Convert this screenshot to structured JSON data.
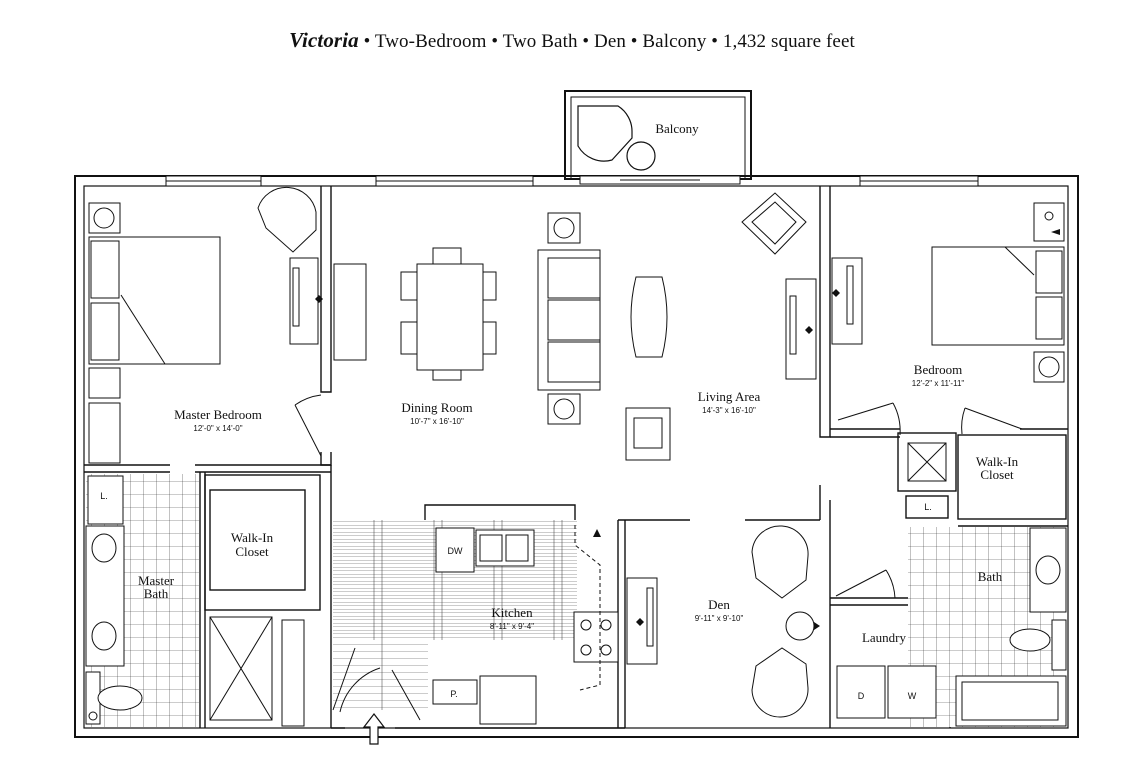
{
  "header": {
    "name": "Victoria",
    "details": " • Two-Bedroom • Two Bath • Den • Balcony • 1,432 square feet"
  },
  "rooms": {
    "balcony": {
      "label": "Balcony"
    },
    "master_bedroom": {
      "label": "Master Bedroom",
      "dims": "12'-0\"  x  14'-0\""
    },
    "dining_room": {
      "label": "Dining Room",
      "dims": "10'-7\"  x  16'-10\""
    },
    "living_area": {
      "label": "Living Area",
      "dims": "14'-3\"  x  16'-10\""
    },
    "bedroom": {
      "label": "Bedroom",
      "dims": "12'-2\"  x  11'-11\""
    },
    "walkin_closet_right": {
      "label_line1": "Walk-In",
      "label_line2": "Closet"
    },
    "walkin_closet_left": {
      "label_line1": "Walk-In",
      "label_line2": "Closet"
    },
    "master_bath": {
      "label_line1": "Master",
      "label_line2": "Bath"
    },
    "kitchen": {
      "label": "Kitchen",
      "dims": "8'-11\"  x  9'-4\""
    },
    "den": {
      "label": "Den",
      "dims": "9'-11\"  x  9'-10\""
    },
    "bath": {
      "label": "Bath"
    },
    "laundry": {
      "label": "Laundry"
    }
  },
  "fixtures": {
    "linen_left": "L.",
    "linen_right": "L.",
    "dishwasher": "DW",
    "pantry": "P.",
    "dryer": "D",
    "washer": "W"
  },
  "icons": {
    "entry": "entry-arrow-icon",
    "lamp": "lamp-table-icon",
    "tv": "tv-console-icon"
  }
}
